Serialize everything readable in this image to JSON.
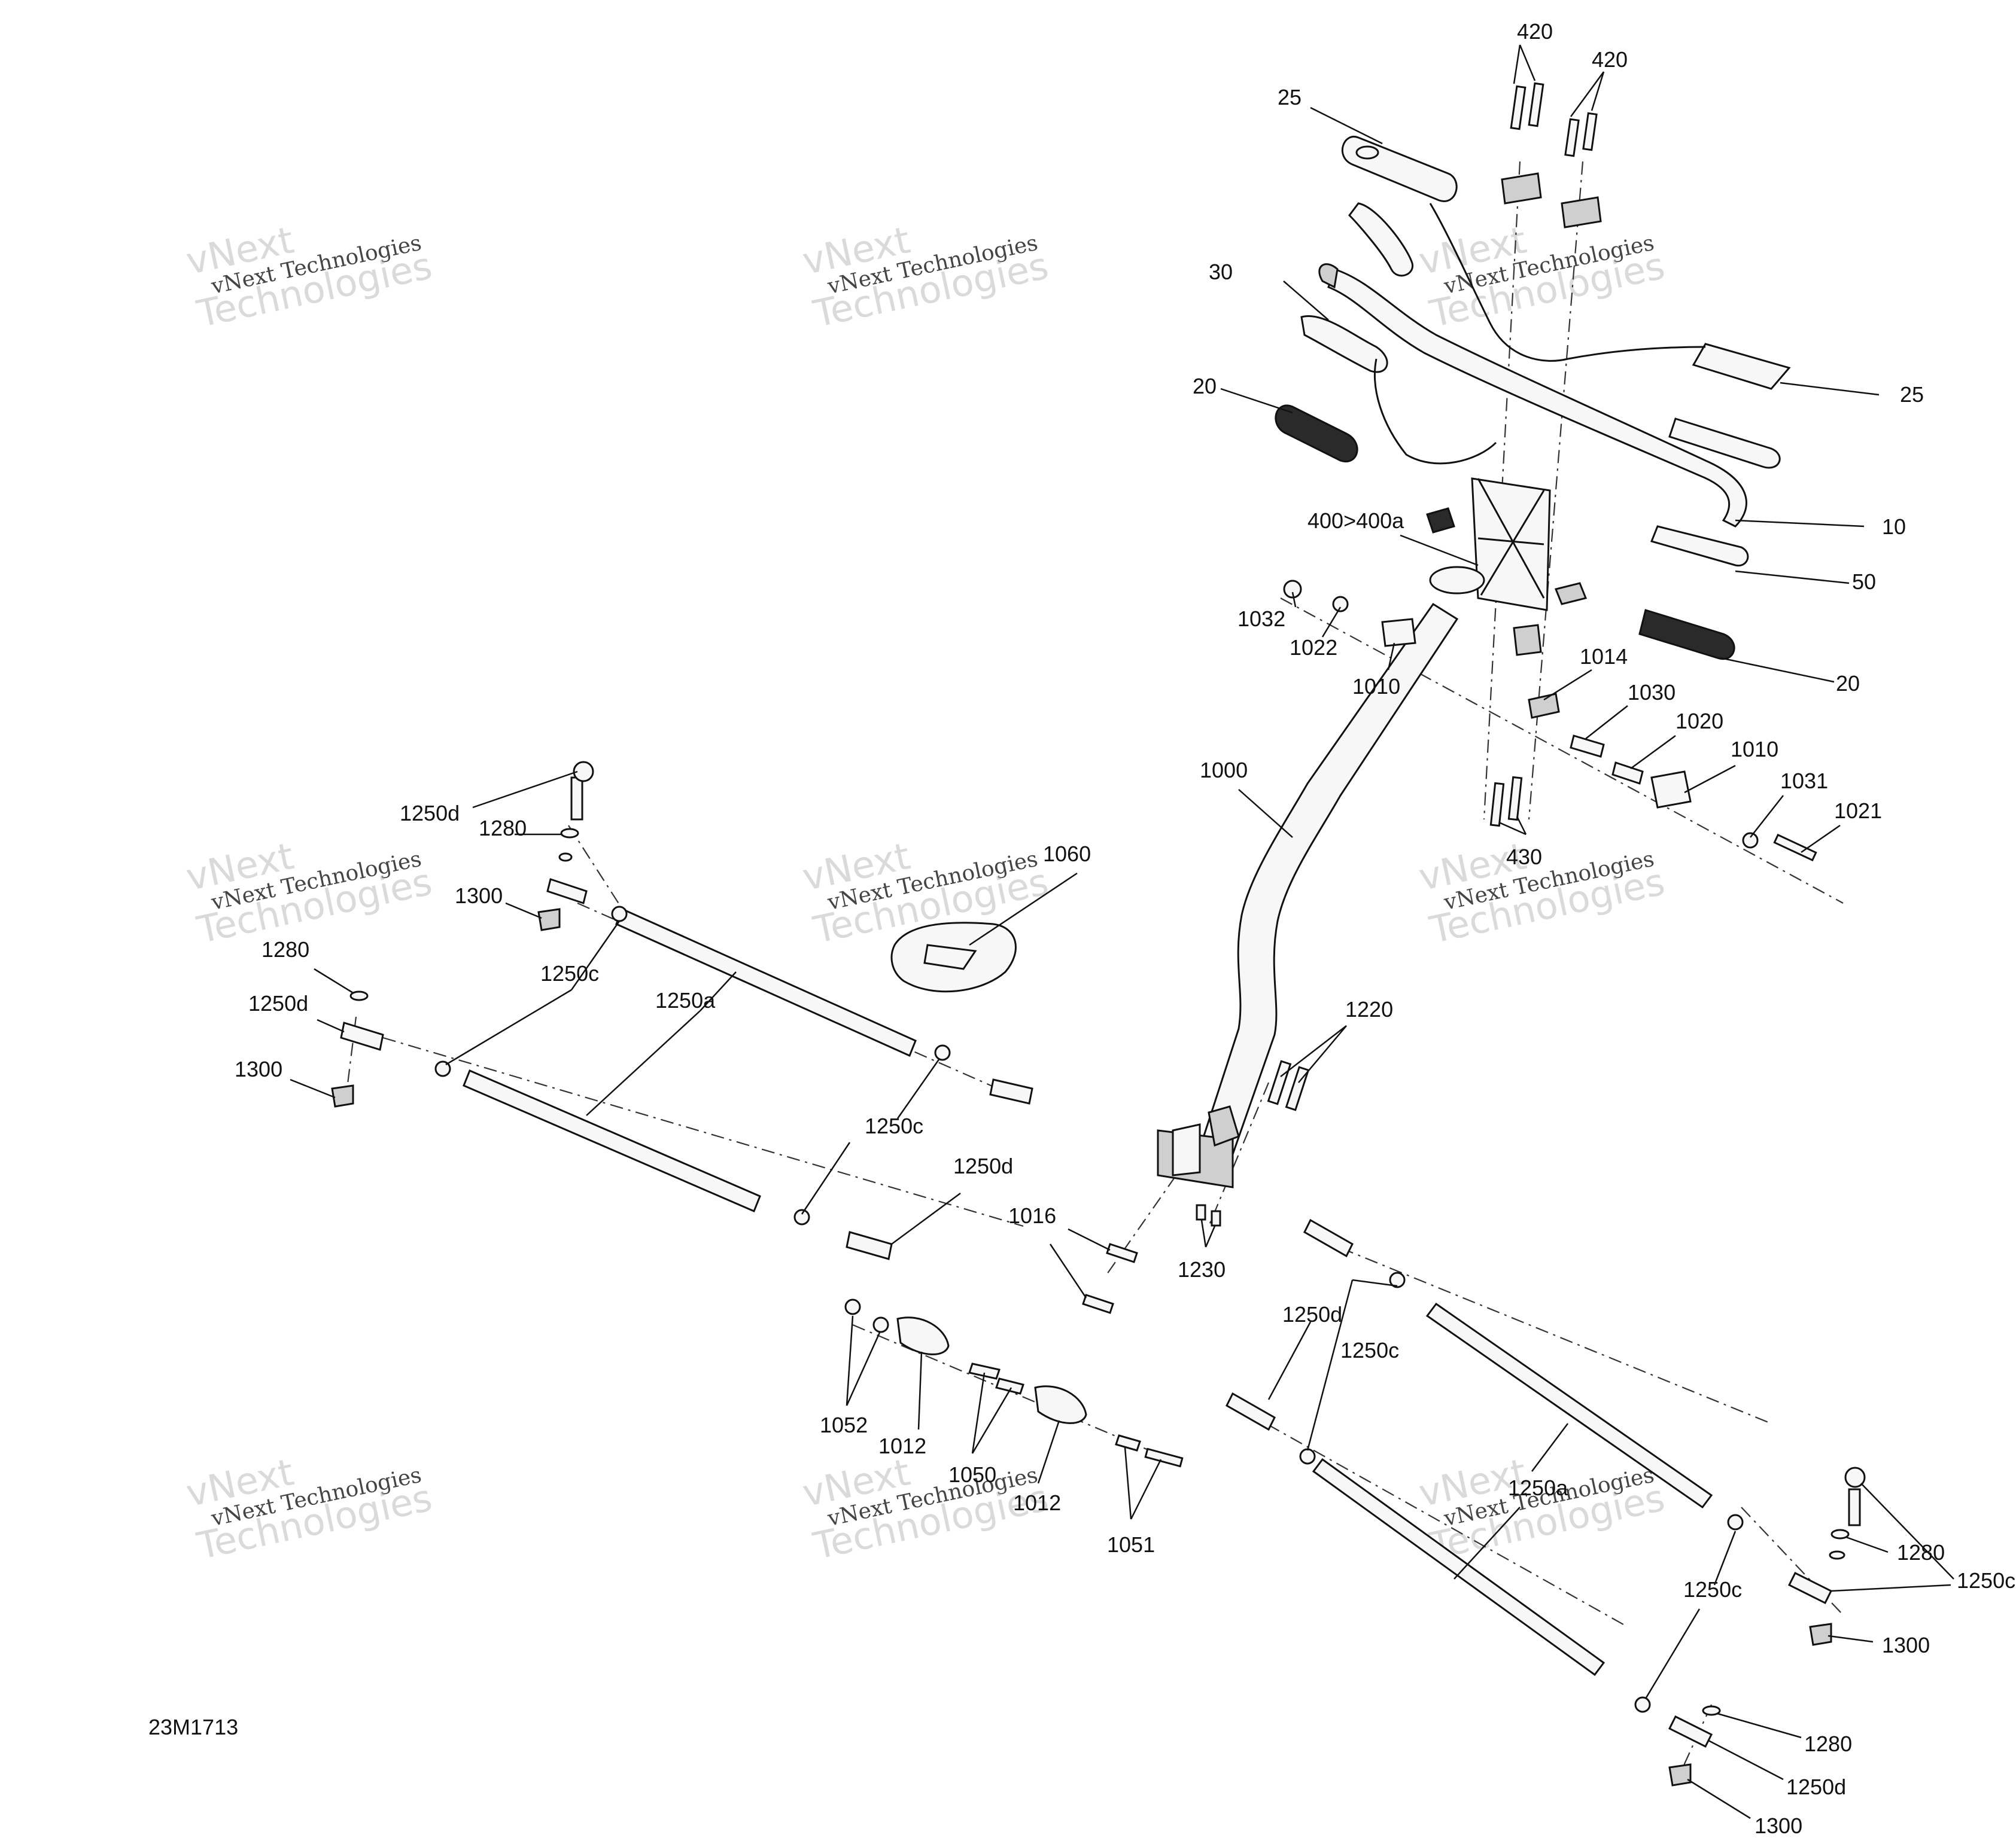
{
  "diagram": {
    "code": "23M1713",
    "callouts": {
      "c420a": "420",
      "c420b": "420",
      "c25a": "25",
      "c25b": "25",
      "c30": "30",
      "c20a": "20",
      "c20b": "20",
      "c10": "10",
      "c50": "50",
      "c400": "400>400a",
      "c1032": "1032",
      "c1022": "1022",
      "c1010a": "1010",
      "c1010b": "1010",
      "c1014": "1014",
      "c1030": "1030",
      "c1020": "1020",
      "c1031": "1031",
      "c1021": "1021",
      "c1000": "1000",
      "c430": "430",
      "c1060": "1060",
      "c1250d_a": "1250d",
      "c1280_a": "1280",
      "c1300_a": "1300",
      "c1280_b": "1280",
      "c1250d_b": "1250d",
      "c1300_b": "1300",
      "c1250c_a": "1250c",
      "c1250a_a": "1250a",
      "c1250c_b": "1250c",
      "c1250d_c": "1250d",
      "c1220": "1220",
      "c1016": "1016",
      "c1230": "1230",
      "c1250d_d": "1250d",
      "c1250c_c": "1250c",
      "c1052": "1052",
      "c1012a": "1012",
      "c1050": "1050",
      "c1012b": "1012",
      "c1051": "1051",
      "c1250a_b": "1250a",
      "c1280_c": "1280",
      "c1250c_d": "1250c",
      "c1250c_e": "1250c",
      "c1300_c": "1300",
      "c1280_d": "1280",
      "c1250d_e": "1250d",
      "c1300_d": "1300"
    },
    "watermark": {
      "line1": "vNext Technologies",
      "line2": "Technologies",
      "line3": "vNext"
    }
  }
}
